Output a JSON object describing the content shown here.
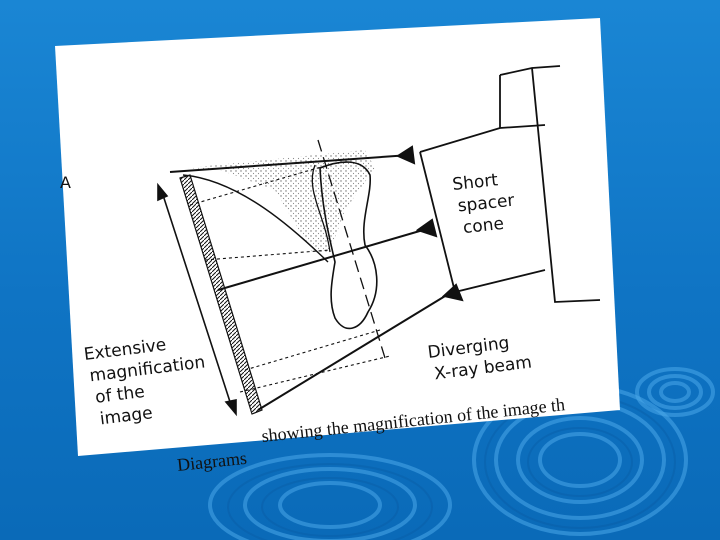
{
  "slide": {
    "background": "#1280cc",
    "decoration": "water-ripple-rings"
  },
  "figure": {
    "label_a": "A",
    "label_short_spacer": [
      "Short",
      "spacer",
      "cone"
    ],
    "label_diverging": [
      "Diverging",
      "X-ray beam"
    ],
    "label_magnification": [
      "Extensive",
      "magnification",
      "of the",
      "image"
    ],
    "caption_line1": "showing the magnification of the image th",
    "caption_line2_fragment": "Diagrams"
  }
}
